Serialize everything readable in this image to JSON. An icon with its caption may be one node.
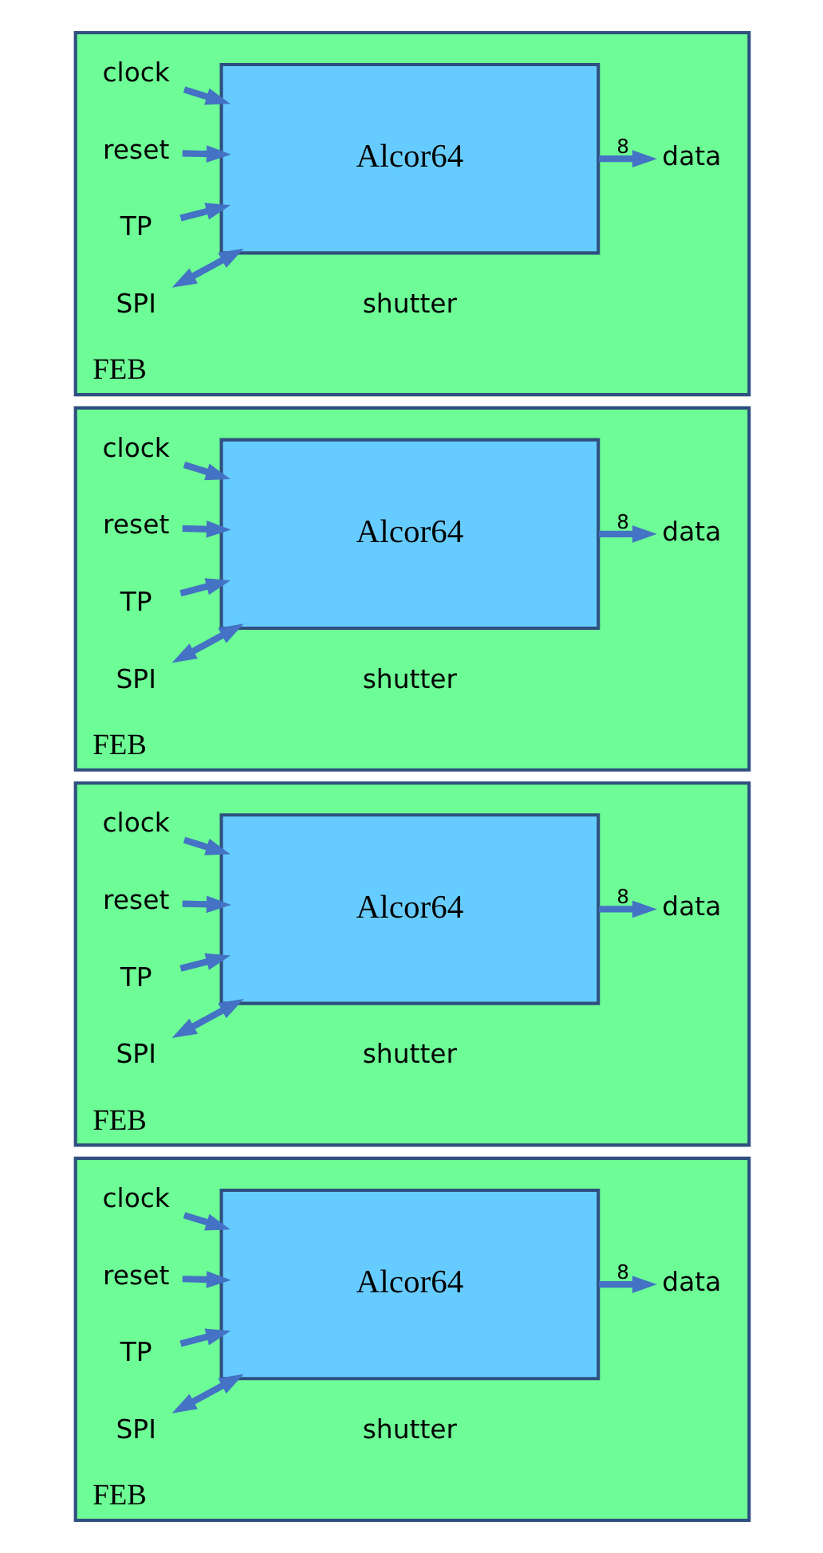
{
  "diagram": {
    "nodes": [
      {
        "text": [
          "FEB"
        ]
      },
      {
        "text": [
          "Alcor64"
        ],
        "in": 0
      },
      {
        "text": [
          "clock"
        ],
        "in": 0
      },
      {
        "text": [
          "reset"
        ],
        "in": 0
      },
      {
        "text": [
          "TP"
        ],
        "in": 0
      },
      {
        "text": [
          "SPI"
        ],
        "in": 0
      },
      {
        "text": [
          "data"
        ],
        "in": 0
      },
      {
        "text": [
          "FEB"
        ]
      },
      {
        "text": [
          "Alcor64"
        ],
        "in": 7
      },
      {
        "text": [
          "clock"
        ],
        "in": 7
      },
      {
        "text": [
          "reset"
        ],
        "in": 7
      },
      {
        "text": [
          "TP"
        ],
        "in": 7
      },
      {
        "text": [
          "SPI"
        ],
        "in": 7
      },
      {
        "text": [
          "data"
        ],
        "in": 7
      },
      {
        "text": [
          "FEB"
        ]
      },
      {
        "text": [
          "Alcor64"
        ],
        "in": 14
      },
      {
        "text": [
          "clock"
        ],
        "in": 14
      },
      {
        "text": [
          "reset"
        ],
        "in": 14
      },
      {
        "text": [
          "TP"
        ],
        "in": 14
      },
      {
        "text": [
          "SPI"
        ],
        "in": 14
      },
      {
        "text": [
          "data"
        ],
        "in": 14
      },
      {
        "text": [
          "FEB"
        ]
      },
      {
        "text": [
          "Alcor64"
        ],
        "in": 21
      },
      {
        "text": [
          "clock"
        ],
        "in": 21
      },
      {
        "text": [
          "reset"
        ],
        "in": 21
      },
      {
        "text": [
          "TP"
        ],
        "in": 21
      },
      {
        "text": [
          "SPI"
        ],
        "in": 21
      },
      {
        "text": [
          "data"
        ],
        "in": 21
      }
    ],
    "edges": [
      {
        "from": 2,
        "to": 1,
        "arrow": "to"
      },
      {
        "from": 3,
        "to": 1,
        "arrow": "to"
      },
      {
        "from": 4,
        "to": 1,
        "arrow": "to"
      },
      {
        "from": 5,
        "to": 1,
        "arrow": "both"
      },
      {
        "from": 1,
        "to": 6,
        "arrow": "to",
        "label": "8"
      },
      {
        "from": 9,
        "to": 8,
        "arrow": "to"
      },
      {
        "from": 10,
        "to": 8,
        "arrow": "to"
      },
      {
        "from": 11,
        "to": 8,
        "arrow": "to"
      },
      {
        "from": 12,
        "to": 8,
        "arrow": "both"
      },
      {
        "from": 8,
        "to": 13,
        "arrow": "to",
        "label": "8"
      },
      {
        "from": 16,
        "to": 15,
        "arrow": "to"
      },
      {
        "from": 17,
        "to": 15,
        "arrow": "to"
      },
      {
        "from": 18,
        "to": 15,
        "arrow": "to"
      },
      {
        "from": 19,
        "to": 15,
        "arrow": "both"
      },
      {
        "from": 15,
        "to": 20,
        "arrow": "to",
        "label": "8"
      },
      {
        "from": 23,
        "to": 22,
        "arrow": "to"
      },
      {
        "from": 24,
        "to": 22,
        "arrow": "to"
      },
      {
        "from": 25,
        "to": 22,
        "arrow": "to"
      },
      {
        "from": 26,
        "to": 22,
        "arrow": "both"
      },
      {
        "from": 22,
        "to": 27,
        "arrow": "to",
        "label": "8"
      }
    ],
    "labels": [
      "shutter",
      "shutter",
      "shutter",
      "shutter"
    ]
  }
}
